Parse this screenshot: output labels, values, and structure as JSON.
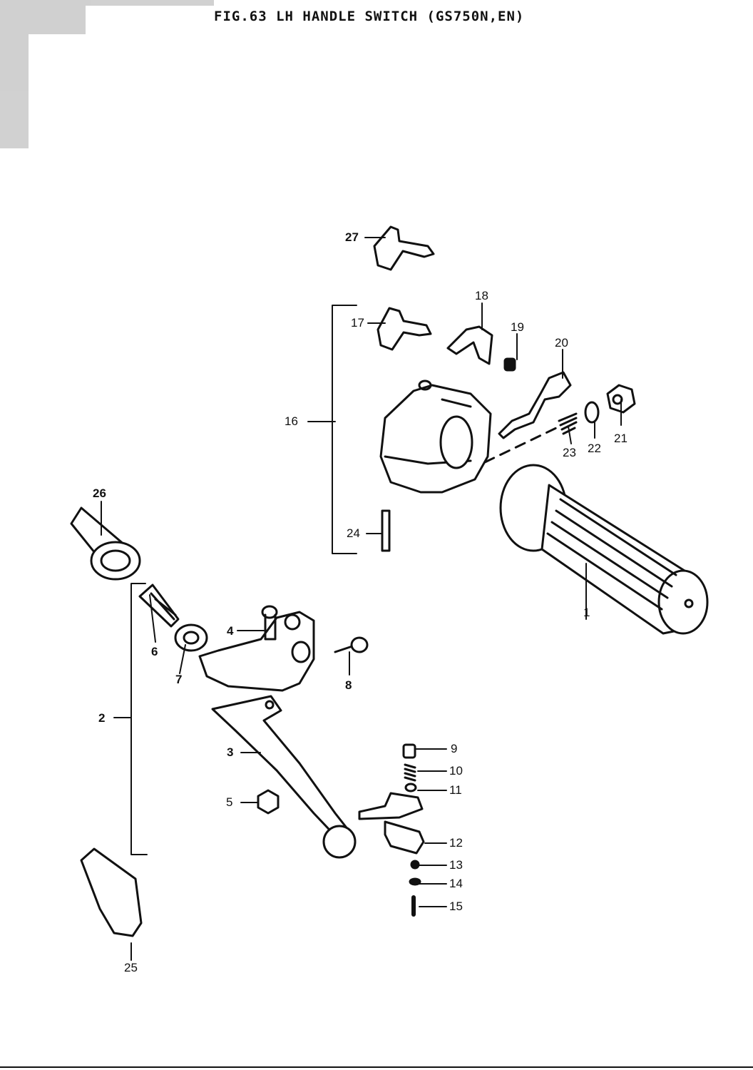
{
  "title": "FIG.63  LH HANDLE SWITCH (GS750N,EN)",
  "parts": [
    {
      "num": "1"
    },
    {
      "num": "2"
    },
    {
      "num": "3"
    },
    {
      "num": "4"
    },
    {
      "num": "5"
    },
    {
      "num": "6"
    },
    {
      "num": "7"
    },
    {
      "num": "8"
    },
    {
      "num": "9"
    },
    {
      "num": "10"
    },
    {
      "num": "11"
    },
    {
      "num": "12"
    },
    {
      "num": "13"
    },
    {
      "num": "14"
    },
    {
      "num": "15"
    },
    {
      "num": "16"
    },
    {
      "num": "17"
    },
    {
      "num": "18"
    },
    {
      "num": "19"
    },
    {
      "num": "20"
    },
    {
      "num": "21"
    },
    {
      "num": "22"
    },
    {
      "num": "23"
    },
    {
      "num": "24"
    },
    {
      "num": "25"
    },
    {
      "num": "26"
    },
    {
      "num": "27"
    }
  ]
}
